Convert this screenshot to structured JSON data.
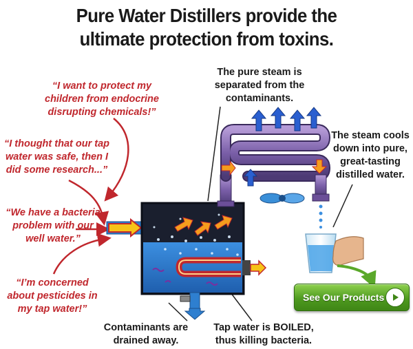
{
  "headline": {
    "line1": "Pure Water Distillers provide the",
    "line2": "ultimate protection from toxins."
  },
  "quotes": [
    {
      "lines": [
        "“I want to protect my",
        "children from endocrine",
        "disrupting chemicals!”"
      ]
    },
    {
      "lines": [
        "“I thought that our tap",
        "water was safe, then I",
        "did some research...”"
      ]
    },
    {
      "lines": [
        "“We have a bacteria",
        "problem with our",
        "well water.”"
      ]
    },
    {
      "lines": [
        "“I’m concerned",
        "about pesticides in",
        "my tap water!”"
      ]
    }
  ],
  "labels": {
    "steam_separated": [
      "The pure steam is",
      "separated from the",
      "contaminants."
    ],
    "steam_cools": [
      "The steam cools",
      "down into pure,",
      "great-tasting",
      "distilled water."
    ],
    "drained": [
      "Contaminants are",
      "drained away."
    ],
    "boiled": [
      "Tap water is BOILED,",
      "thus killing bacteria."
    ]
  },
  "cta": {
    "label": "See Our Products",
    "icon": "play-triangle-icon"
  },
  "colors": {
    "quote_red": "#c0272d",
    "water_blue": "#2e7fd0",
    "coil_purple": "#7a5fa8",
    "button_green": "#4e9a1f"
  }
}
